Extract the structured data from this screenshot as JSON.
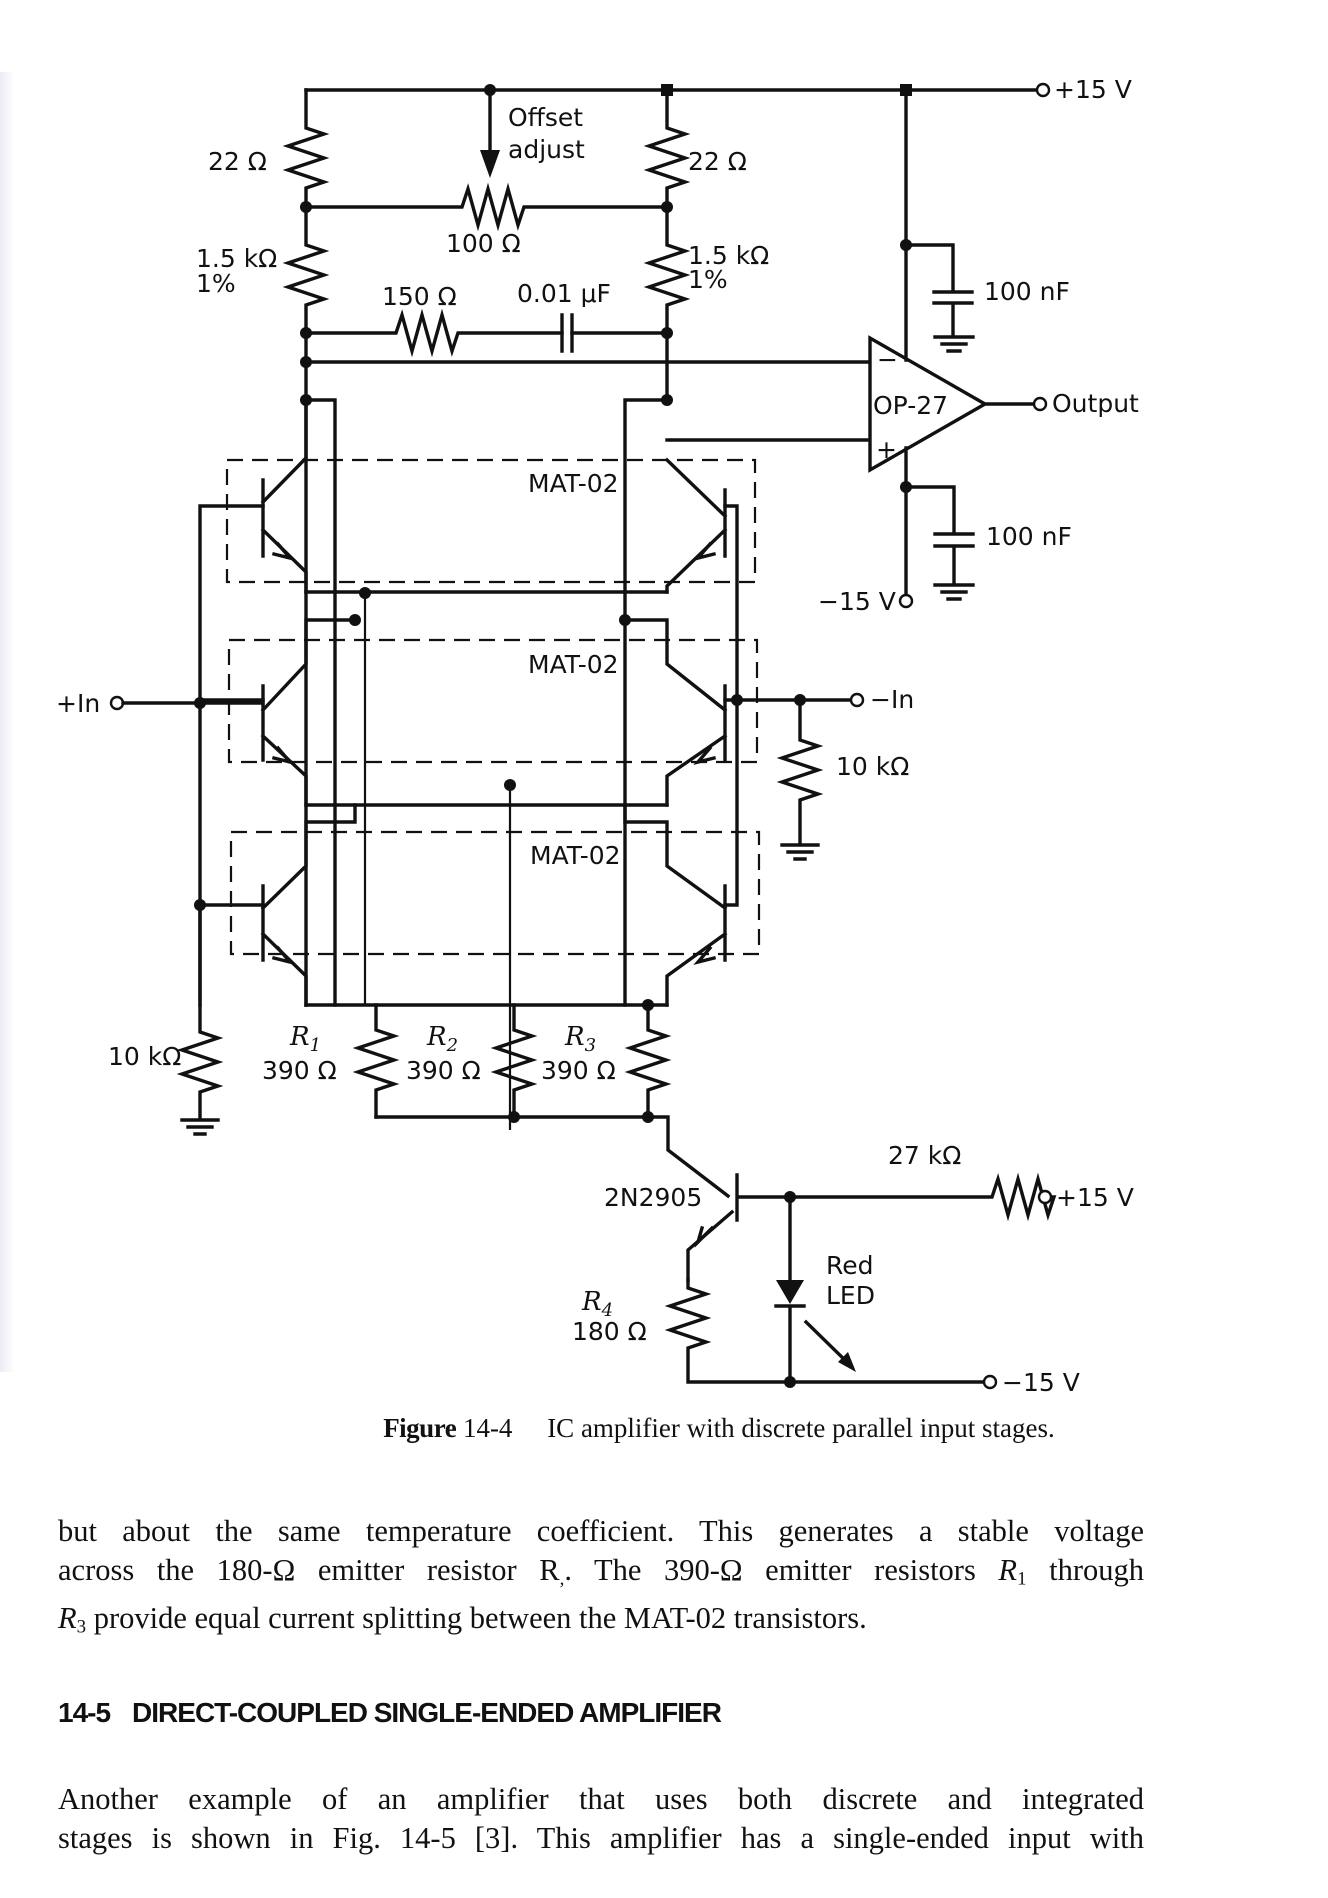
{
  "figure": {
    "number_label": "Figure",
    "number": "14-4",
    "caption": "IC amplifier with discrete parallel input stages.",
    "components": {
      "r_top_left": "22 Ω",
      "r_top_right": "22 Ω",
      "r_mid_left_value": "1.5 kΩ",
      "r_mid_left_tol": "1%",
      "r_mid_right_value": "1.5 kΩ",
      "r_mid_right_tol": "1%",
      "pot_label_1": "Offset",
      "pot_label_2": "adjust",
      "pot_value": "100 Ω",
      "r_comp": "150 Ω",
      "c_comp": "0.01 μF",
      "c_bypass_top": "100 nF",
      "c_bypass_bottom": "100 nF",
      "opamp": "OP-27",
      "opamp_minus": "−",
      "opamp_plus": "+",
      "pair_1": "MAT-02",
      "pair_2": "MAT-02",
      "pair_3": "MAT-02",
      "r_in_left": "10 kΩ",
      "r_in_right": "10 kΩ",
      "r1_name": "R",
      "r1_sub": "1",
      "r1_value": "390 Ω",
      "r2_name": "R",
      "r2_sub": "2",
      "r2_value": "390 Ω",
      "r3_name": "R",
      "r3_sub": "3",
      "r3_value": "390 Ω",
      "r4_name": "R",
      "r4_sub": "4",
      "r4_value": "180 Ω",
      "transistor": "2N2905",
      "r_bias": "27 kΩ",
      "led_1": "Red",
      "led_2": "LED"
    },
    "terminals": {
      "vpos_top": "+15 V",
      "output": "Output",
      "vneg_opamp": "−15 V",
      "in_plus": "+In",
      "in_minus": "−In",
      "vpos_bias": "+15 V",
      "vneg_bottom": "−15 V"
    }
  },
  "paragraph_1": {
    "line_1": "but about the same temperature coefficient. This generates a stable voltage",
    "line_2_a": "across the 180-Ω emitter resistor R",
    "line_2_sub": ",",
    "line_2_b": ".  The 390-Ω emitter resistors ",
    "line_2_var": "R",
    "line_2_var_sub": "1",
    "line_2_c": " through",
    "line_3_var": "R",
    "line_3_var_sub": "3",
    "line_3_rest": " provide equal current splitting between the MAT-02 transistors."
  },
  "section": {
    "number": "14-5",
    "title": "DIRECT-COUPLED SINGLE-ENDED AMPLIFIER"
  },
  "paragraph_2": {
    "line_1": "Another example of an amplifier that uses both discrete and integrated",
    "line_2": "stages is shown in Fig. 14-5 [3]. This amplifier has a single-ended input with"
  }
}
